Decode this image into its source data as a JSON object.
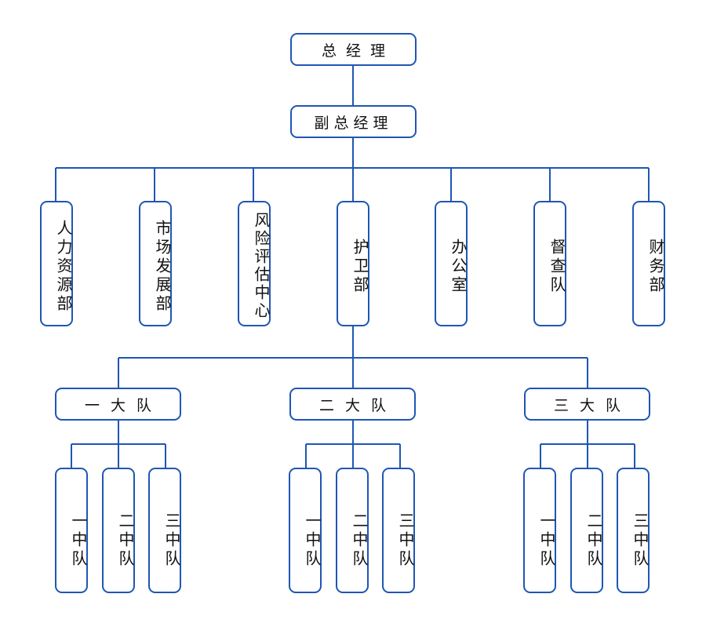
{
  "org": {
    "gm": "总经理",
    "deputy": "副总经理",
    "departments": [
      "人力资源部",
      "市场发展部",
      "风险评估中心",
      "护卫部",
      "办公室",
      "督查队",
      "财务部"
    ],
    "brigades": [
      "一大队",
      "二大队",
      "三大队"
    ],
    "squads": [
      "一中队",
      "二中队",
      "三中队"
    ]
  },
  "colors": {
    "line": "#1f56b3",
    "box_border": "#1f56b3",
    "text": "#111111"
  }
}
